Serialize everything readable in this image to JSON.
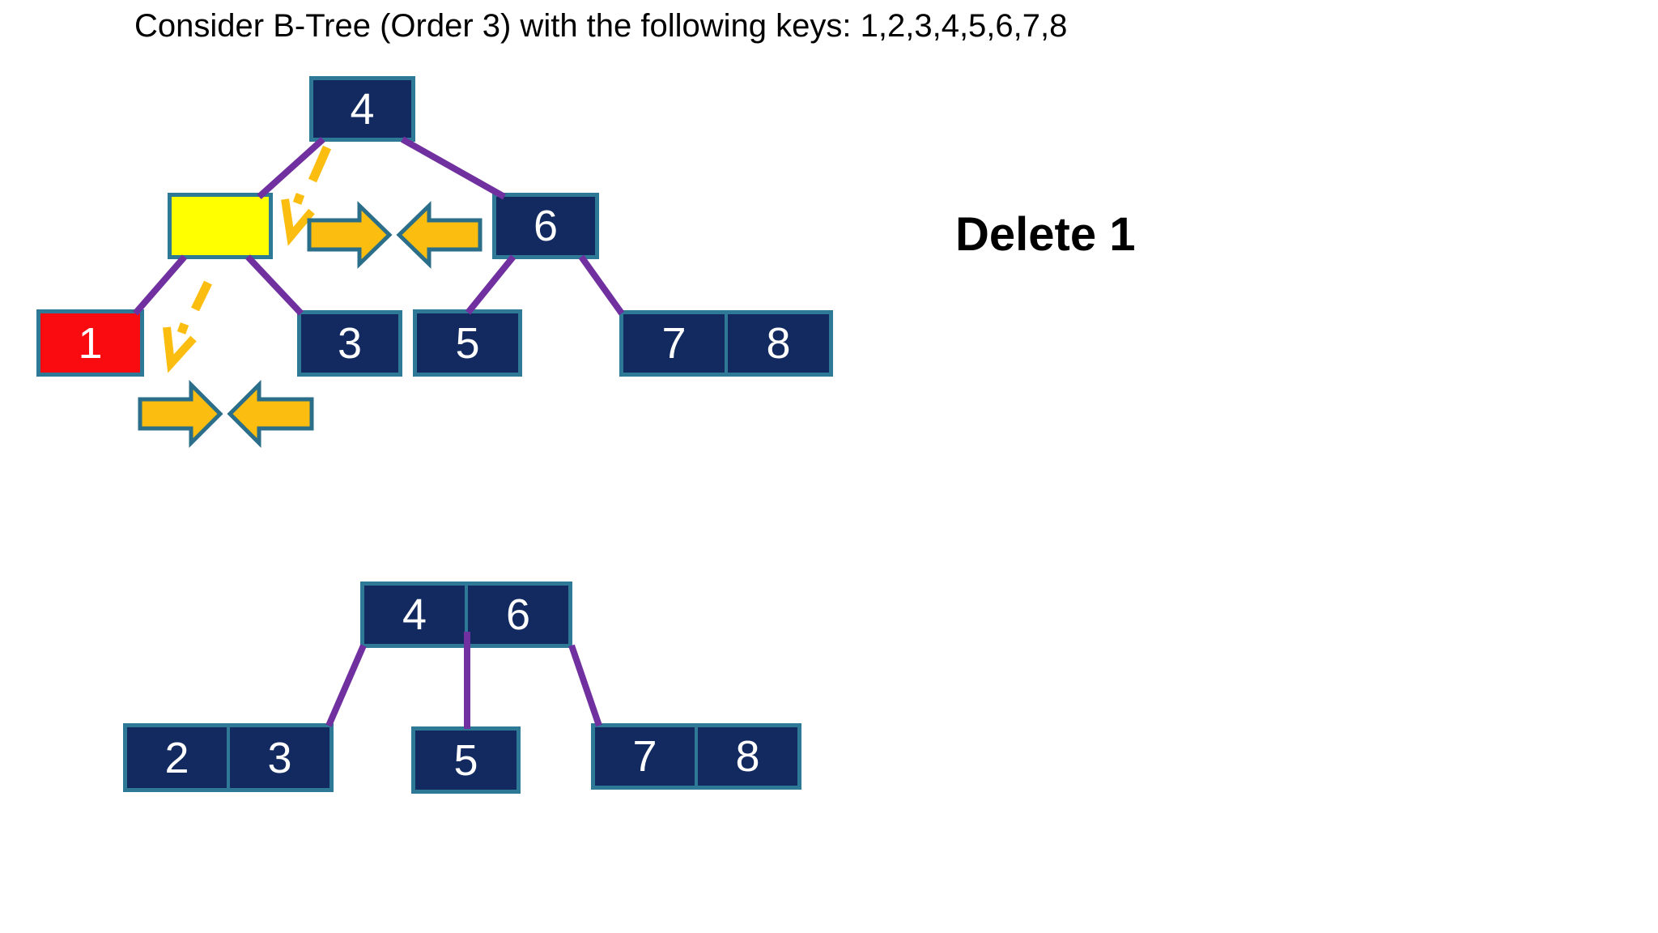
{
  "title": "Consider B-Tree (Order 3) with the following keys: 1,2,3,4,5,6,7,8",
  "annotation": "Delete 1",
  "colors": {
    "node_fill": "#122A60",
    "node_border": "#2E7A96",
    "edge": "#7030A0",
    "arrow_fill": "#FBBE10",
    "arrow_border": "#2A6E8A",
    "highlight_empty": "#FFFF00",
    "highlight_delete": "#F90B10"
  },
  "tree_before": {
    "root": {
      "keys": [
        "4"
      ]
    },
    "underflow": {
      "keys": [
        ""
      ]
    },
    "node_6": {
      "keys": [
        "6"
      ]
    },
    "leaf_1": {
      "keys": [
        "1"
      ]
    },
    "leaf_3": {
      "keys": [
        "3"
      ]
    },
    "leaf_5": {
      "keys": [
        "5"
      ]
    },
    "leaf_78": {
      "keys": [
        "7",
        "8"
      ]
    }
  },
  "tree_after": {
    "root": {
      "keys": [
        "4",
        "6"
      ]
    },
    "leaf_23": {
      "keys": [
        "2",
        "3"
      ]
    },
    "leaf_5": {
      "keys": [
        "5"
      ]
    },
    "leaf_78": {
      "keys": [
        "7",
        "8"
      ]
    }
  }
}
